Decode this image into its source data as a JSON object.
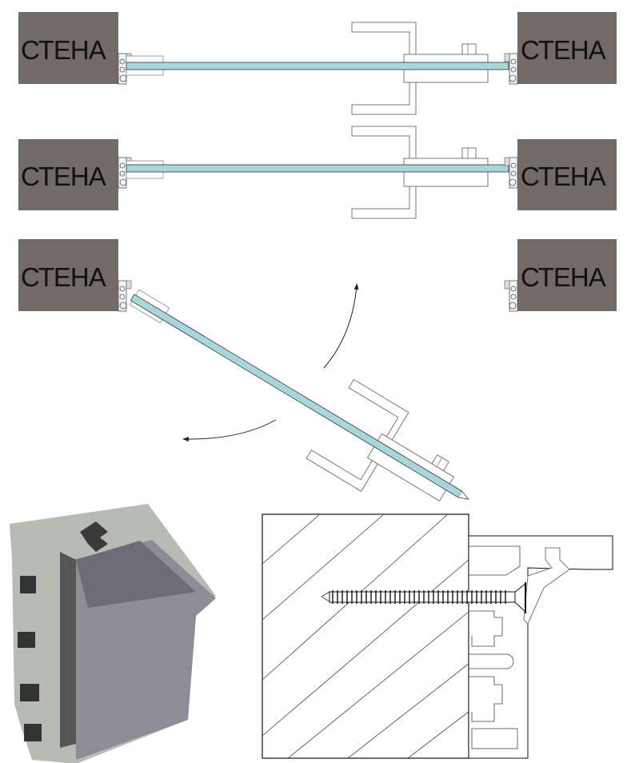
{
  "walls": {
    "row1_left": "СТЕНА",
    "row1_right": "СТЕНА",
    "row2_left": "СТЕНА",
    "row2_right": "СТЕНА",
    "row3_left": "СТЕНА",
    "row3_right": "СТЕНА"
  },
  "colors": {
    "wall": "#716a66",
    "glass": "#a9d6d9",
    "profile_photo": "#8e8c98",
    "aluminium": "#b9bdb6"
  }
}
